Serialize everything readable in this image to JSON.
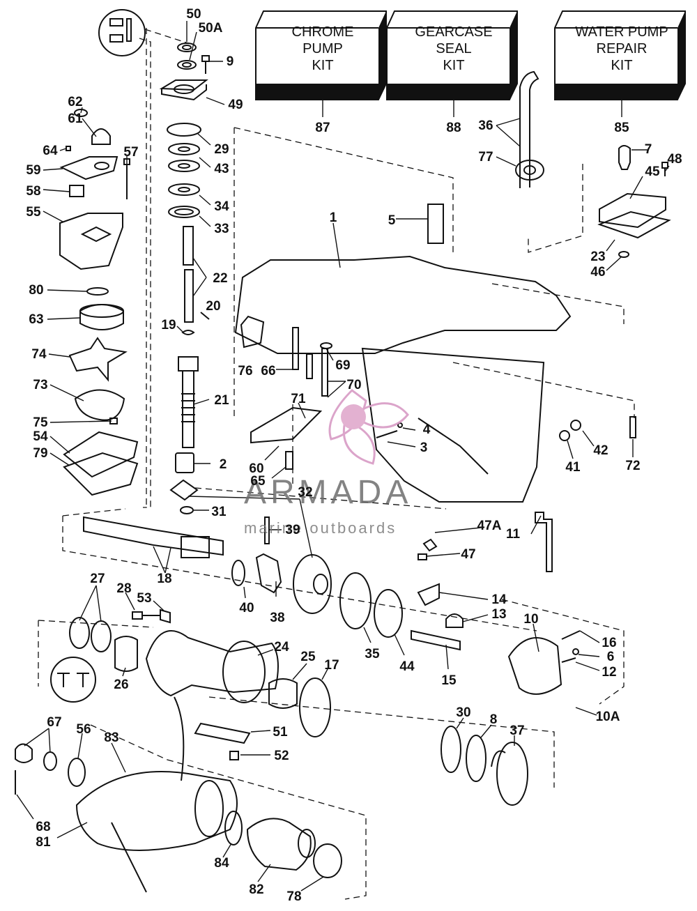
{
  "kits": [
    {
      "id": "chrome-pump",
      "lines": [
        "CHROME",
        "PUMP",
        "KIT"
      ],
      "number": "87"
    },
    {
      "id": "gearcase-seal",
      "lines": [
        "GEARCASE",
        "SEAL",
        "KIT"
      ],
      "number": "88"
    },
    {
      "id": "water-pump-repair",
      "lines": [
        "WATER PUMP",
        "REPAIR",
        "KIT"
      ],
      "number": "85"
    }
  ],
  "watermark": {
    "brand": "ARMADA",
    "tagline": "marine outboards"
  },
  "callouts": [
    "50",
    "50A",
    "9",
    "49",
    "29",
    "43",
    "34",
    "33",
    "22",
    "20",
    "19",
    "21",
    "2",
    "32",
    "31",
    "62",
    "61",
    "64",
    "57",
    "59",
    "58",
    "55",
    "80",
    "63",
    "74",
    "73",
    "75",
    "54",
    "79",
    "36",
    "77",
    "7",
    "48",
    "45",
    "23",
    "46",
    "1",
    "5",
    "76",
    "66",
    "69",
    "70",
    "71",
    "4",
    "3",
    "60",
    "65",
    "41",
    "42",
    "72",
    "47A",
    "47",
    "11",
    "39",
    "18",
    "40",
    "38",
    "14",
    "13",
    "10",
    "16",
    "6",
    "12",
    "10A",
    "27",
    "28",
    "53",
    "26",
    "24",
    "25",
    "17",
    "35",
    "44",
    "15",
    "30",
    "8",
    "37",
    "51",
    "52",
    "67",
    "56",
    "83",
    "68",
    "81",
    "84",
    "82",
    "78"
  ]
}
